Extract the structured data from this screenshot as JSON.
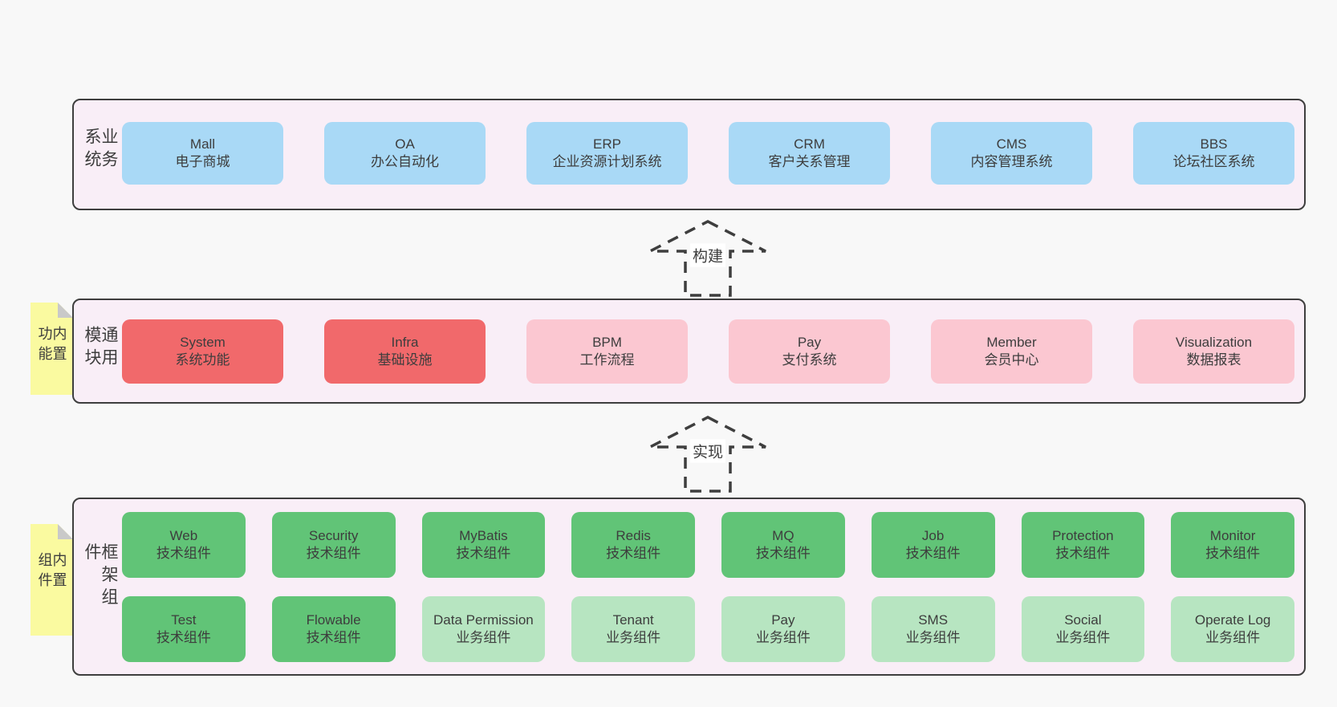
{
  "colors": {
    "page_bg": "#f8f8f8",
    "section_bg": "#f9eef7",
    "section_border": "#3e3e3e",
    "box_blue": "#a9d9f6",
    "box_red": "#f1696b",
    "box_pink": "#fbc7d1",
    "box_green": "#61c477",
    "box_green_light": "#b7e5c1",
    "note_yellow": "#fafaa0",
    "note_fold_gray": "#c9c9c9",
    "text": "#3d3d3d"
  },
  "arrows": {
    "build": "构建",
    "implement": "实现"
  },
  "sections": {
    "business": {
      "side_label": "业务系统",
      "boxes": [
        {
          "title": "Mall",
          "subtitle": "电子商城"
        },
        {
          "title": "OA",
          "subtitle": "办公自动化"
        },
        {
          "title": "ERP",
          "subtitle": "企业资源计划系统"
        },
        {
          "title": "CRM",
          "subtitle": "客户关系管理"
        },
        {
          "title": "CMS",
          "subtitle": "内容管理系统"
        },
        {
          "title": "BBS",
          "subtitle": "论坛社区系统"
        }
      ]
    },
    "modules": {
      "note": "内置功能",
      "side_label": "通用模块",
      "boxes": [
        {
          "title": "System",
          "subtitle": "系统功能"
        },
        {
          "title": "Infra",
          "subtitle": "基础设施"
        },
        {
          "title": "BPM",
          "subtitle": "工作流程"
        },
        {
          "title": "Pay",
          "subtitle": "支付系统"
        },
        {
          "title": "Member",
          "subtitle": "会员中心"
        },
        {
          "title": "Visualization",
          "subtitle": "数据报表"
        }
      ]
    },
    "components": {
      "note": "内置组件",
      "side_label": "框架组件",
      "row1": [
        {
          "title": "Web",
          "subtitle": "技术组件"
        },
        {
          "title": "Security",
          "subtitle": "技术组件"
        },
        {
          "title": "MyBatis",
          "subtitle": "技术组件"
        },
        {
          "title": "Redis",
          "subtitle": "技术组件"
        },
        {
          "title": "MQ",
          "subtitle": "技术组件"
        },
        {
          "title": "Job",
          "subtitle": "技术组件"
        },
        {
          "title": "Protection",
          "subtitle": "技术组件"
        },
        {
          "title": "Monitor",
          "subtitle": "技术组件"
        }
      ],
      "row2": [
        {
          "title": "Test",
          "subtitle": "技术组件"
        },
        {
          "title": "Flowable",
          "subtitle": "技术组件"
        },
        {
          "title": "Data Permission",
          "subtitle": "业务组件"
        },
        {
          "title": "Tenant",
          "subtitle": "业务组件"
        },
        {
          "title": "Pay",
          "subtitle": "业务组件"
        },
        {
          "title": "SMS",
          "subtitle": "业务组件"
        },
        {
          "title": "Social",
          "subtitle": "业务组件"
        },
        {
          "title": "Operate Log",
          "subtitle": "业务组件"
        }
      ]
    }
  }
}
